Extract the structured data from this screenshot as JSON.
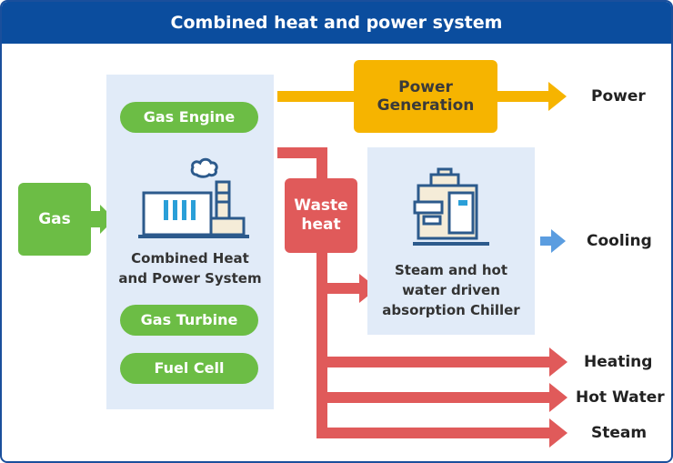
{
  "title": "Combined heat and power system",
  "input": {
    "gas": "Gas"
  },
  "chp": {
    "gas_engine": "Gas Engine",
    "system_label_line1": "Combined Heat",
    "system_label_line2": "and Power System",
    "gas_turbine": "Gas Turbine",
    "fuel_cell": "Fuel Cell"
  },
  "power_generation": {
    "line1": "Power",
    "line2": "Generation"
  },
  "waste_heat": {
    "line1": "Waste",
    "line2": "heat"
  },
  "chiller": {
    "line1": "Steam and hot",
    "line2": "water driven",
    "line3": "absorption Chiller"
  },
  "outputs": {
    "power": "Power",
    "cooling": "Cooling",
    "heating": "Heating",
    "hot_water": "Hot Water",
    "steam": "Steam"
  },
  "colors": {
    "header": "#0b4d9e",
    "green": "#6cbd45",
    "yellow": "#f6b400",
    "red": "#e05a5a",
    "blue_arrow": "#5b9de0",
    "panel": "#e1ebf8",
    "icon": "#2c5a8c"
  }
}
